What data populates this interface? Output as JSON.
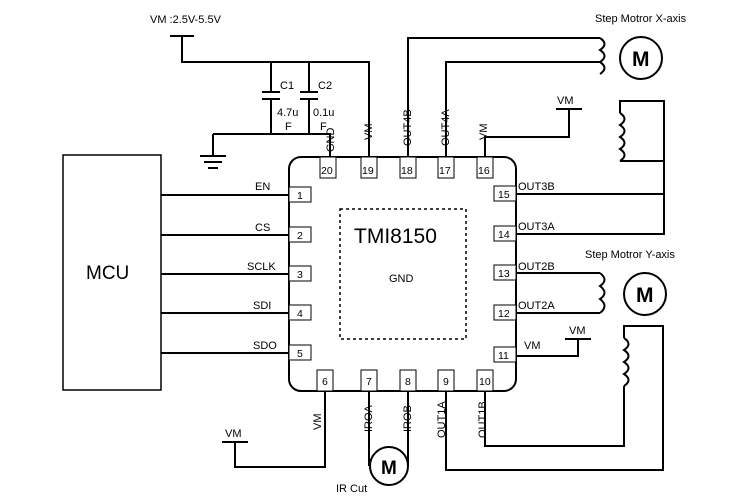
{
  "supply": {
    "label": "VM :2.5V-5.5V"
  },
  "capacitors": [
    {
      "name": "C1",
      "value_line1": "4.7u",
      "value_line2": "F"
    },
    {
      "name": "C2",
      "value_line1": "0.1u",
      "value_line2": "F"
    }
  ],
  "mcu": {
    "label": "MCU"
  },
  "chip": {
    "name": "TMI8150",
    "center_label": "GND"
  },
  "pins": {
    "p1": "1",
    "p2": "2",
    "p3": "3",
    "p4": "4",
    "p5": "5",
    "p6": "6",
    "p7": "7",
    "p8": "8",
    "p9": "9",
    "p10": "10",
    "p11": "11",
    "p12": "12",
    "p13": "13",
    "p14": "14",
    "p15": "15",
    "p16": "16",
    "p17": "17",
    "p18": "18",
    "p19": "19",
    "p20": "20"
  },
  "signals": {
    "en": "EN",
    "cs": "CS",
    "sclk": "SCLK",
    "sdi": "SDI",
    "sdo": "SDO",
    "gnd": "GND",
    "vm19": "VM",
    "out4b": "OUT4B",
    "out4a": "OUT4A",
    "vm16": "VM",
    "out3b": "OUT3B",
    "out3a": "OUT3A",
    "out2b": "OUT2B",
    "out2a": "OUT2A",
    "vm11": "VM",
    "vm6": "VM",
    "iroa": "IROA",
    "irob": "IROB",
    "out1a": "OUT1A",
    "out1b": "OUT1B"
  },
  "vm_taps": {
    "top_right": "VM",
    "right": "VM",
    "bottom_left": "VM"
  },
  "motors": {
    "x": {
      "title": "Step Motror X-axis",
      "symbol": "M"
    },
    "y": {
      "title": "Step Motror Y-axis",
      "symbol": "M"
    },
    "ir": {
      "title": "IR Cut",
      "symbol": "M"
    }
  }
}
